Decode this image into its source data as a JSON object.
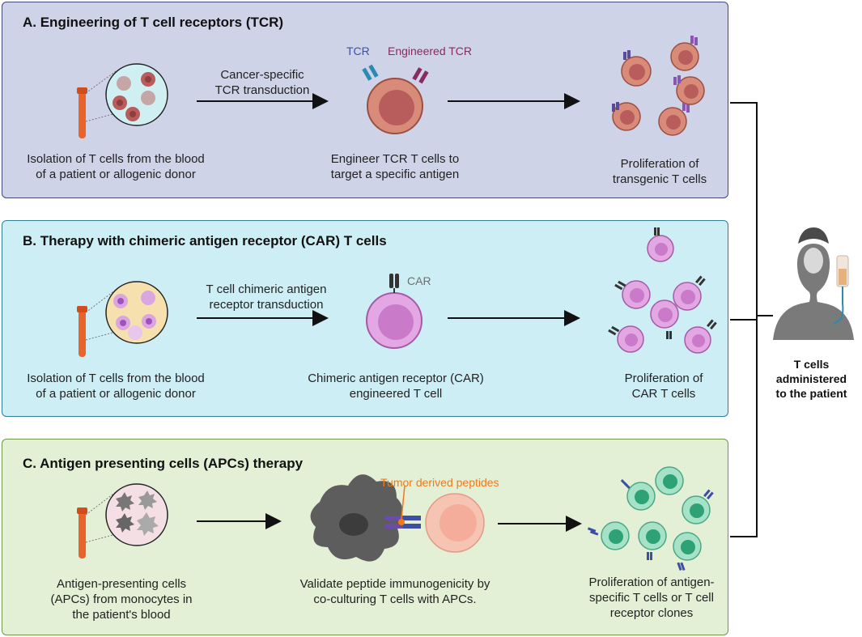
{
  "panels": {
    "a": {
      "title": "A. Engineering of T cell receptors (TCR)",
      "cap_isolation": [
        "Isolation of T cells from the blood",
        "of a patient or allogenic donor"
      ],
      "arrow_label": [
        "Cancer-specific",
        "TCR transduction"
      ],
      "tag_tcr": "TCR",
      "tag_engineered": "Engineered TCR",
      "cap_engineer": [
        "Engineer TCR T cells to",
        "target a specific antigen"
      ],
      "cap_proliferation": [
        "Proliferation of",
        "transgenic T cells"
      ]
    },
    "b": {
      "title": "B. Therapy with chimeric antigen receptor (CAR) T cells",
      "cap_isolation": [
        "Isolation of T cells from the blood",
        "of a patient or allogenic donor"
      ],
      "arrow_label": [
        "T cell chimeric antigen",
        "receptor transduction"
      ],
      "tag_car": "CAR",
      "cap_engineer": [
        "Chimeric antigen receptor (CAR)",
        "engineered T cell"
      ],
      "cap_proliferation": [
        "Proliferation of",
        "CAR T cells"
      ]
    },
    "c": {
      "title": "C. Antigen presenting cells (APCs) therapy",
      "tag_peptides": "Tumor derived peptides",
      "cap_apcs": [
        "Antigen-presenting cells",
        "(APCs) from monocytes in",
        "the patient's blood"
      ],
      "cap_validate": [
        "Validate peptide immunogenicity by",
        "co-culturing T cells with APCs."
      ],
      "cap_proliferation": [
        "Proliferation of antigen-",
        "specific T cells or T cell",
        "receptor clones"
      ]
    }
  },
  "patient_label": [
    "T cells",
    "administered",
    "to the patient"
  ],
  "colors": {
    "panel_a_bg": "#cfd3e7",
    "panel_b_bg": "#cdeef5",
    "panel_c_bg": "#e3f0d6",
    "tcr_blue": "#3c4fa3",
    "engineered_tcr": "#8a2a63",
    "car_gray": "#6e6e6e",
    "peptide_orange": "#f07a1a"
  }
}
